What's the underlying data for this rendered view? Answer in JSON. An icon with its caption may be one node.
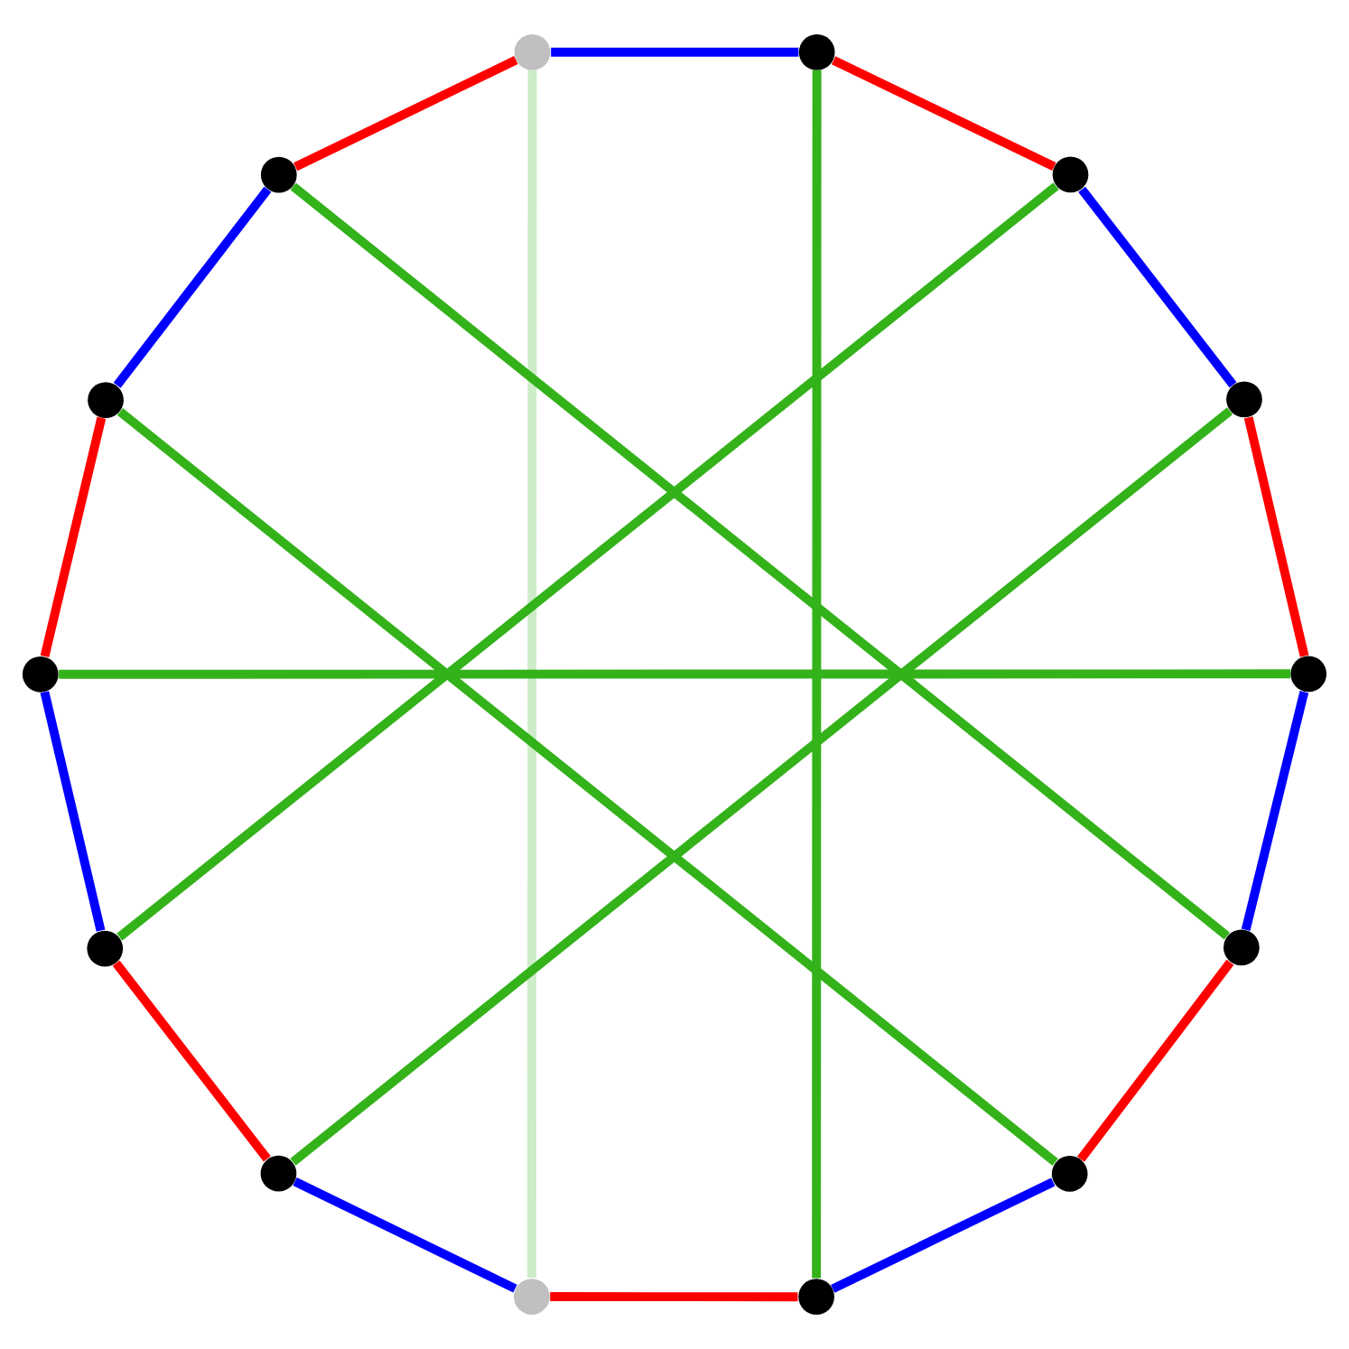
{
  "diagram": {
    "nodes": [
      {
        "text": [],
        "shape": "circle"
      },
      {
        "text": [],
        "shape": "circle"
      },
      {
        "text": [],
        "shape": "circle"
      },
      {
        "text": [],
        "shape": "circle"
      },
      {
        "text": [],
        "shape": "circle"
      },
      {
        "text": [],
        "shape": "circle"
      },
      {
        "text": [],
        "shape": "circle"
      },
      {
        "text": [],
        "shape": "circle"
      },
      {
        "text": [],
        "shape": "circle"
      },
      {
        "text": [],
        "shape": "circle"
      },
      {
        "text": [],
        "shape": "circle"
      },
      {
        "text": [],
        "shape": "circle"
      },
      {
        "text": [],
        "shape": "circle"
      },
      {
        "text": [],
        "shape": "circle"
      }
    ],
    "edges": [
      {
        "from": 0,
        "to": 1,
        "arrow": "none",
        "color": "#0000ff"
      },
      {
        "from": 1,
        "to": 3,
        "arrow": "none",
        "color": "#ff0000"
      },
      {
        "from": 3,
        "to": 5,
        "arrow": "none",
        "color": "#0000ff"
      },
      {
        "from": 5,
        "to": 7,
        "arrow": "none",
        "color": "#ff0000"
      },
      {
        "from": 7,
        "to": 9,
        "arrow": "none",
        "color": "#0000ff"
      },
      {
        "from": 9,
        "to": 11,
        "arrow": "none",
        "color": "#ff0000"
      },
      {
        "from": 11,
        "to": 13,
        "arrow": "none",
        "color": "#0000ff"
      },
      {
        "from": 13,
        "to": 12,
        "arrow": "none",
        "color": "#ff0000"
      },
      {
        "from": 12,
        "to": 10,
        "arrow": "none",
        "color": "#0000ff"
      },
      {
        "from": 10,
        "to": 8,
        "arrow": "none",
        "color": "#ff0000"
      },
      {
        "from": 8,
        "to": 6,
        "arrow": "none",
        "color": "#0000ff"
      },
      {
        "from": 6,
        "to": 4,
        "arrow": "none",
        "color": "#ff0000"
      },
      {
        "from": 4,
        "to": 2,
        "arrow": "none",
        "color": "#0000ff"
      },
      {
        "from": 2,
        "to": 0,
        "arrow": "none",
        "color": "#ff0000"
      },
      {
        "from": 0,
        "to": 12,
        "arrow": "none",
        "color": "#cdecc8"
      },
      {
        "from": 1,
        "to": 13,
        "arrow": "none",
        "color": "#33b21a"
      },
      {
        "from": 2,
        "to": 9,
        "arrow": "none",
        "color": "#33b21a"
      },
      {
        "from": 3,
        "to": 8,
        "arrow": "none",
        "color": "#33b21a"
      },
      {
        "from": 4,
        "to": 11,
        "arrow": "none",
        "color": "#33b21a"
      },
      {
        "from": 5,
        "to": 10,
        "arrow": "none",
        "color": "#33b21a"
      },
      {
        "from": 6,
        "to": 7,
        "arrow": "none",
        "color": "#33b21a"
      }
    ]
  }
}
